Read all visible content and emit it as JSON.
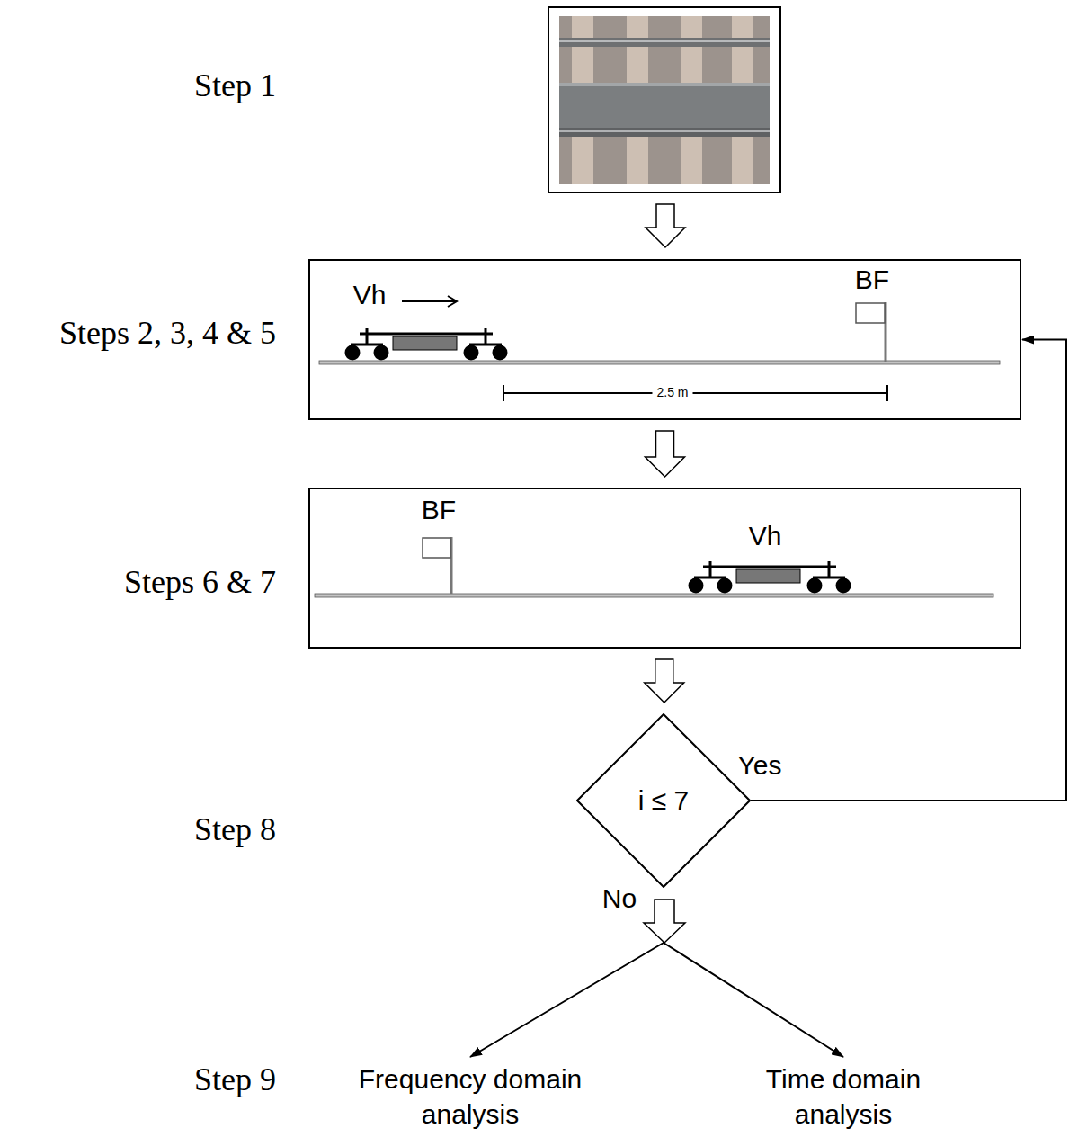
{
  "diagram": {
    "nodes": [
      {
        "text": [
          "Vh",
          "BF",
          "2.5 m"
        ]
      },
      {
        "text": [
          "BF",
          "Vh"
        ]
      },
      {
        "text": [
          "i ≤ 7"
        ]
      },
      {
        "text": [
          "Frequency domain analysis"
        ]
      },
      {
        "text": [
          "Time domain analysis"
        ]
      }
    ],
    "edges": [
      {
        "from": 0,
        "to": 1,
        "arrow": "to"
      },
      {
        "from": 1,
        "to": 2,
        "arrow": "to"
      },
      {
        "from": 2,
        "to": 0,
        "label": "Yes",
        "arrow": "to"
      },
      {
        "from": 2,
        "to": 3,
        "label": "No",
        "arrow": "to"
      },
      {
        "from": 2,
        "to": 4,
        "arrow": "to"
      }
    ],
    "labels": [
      "Step 1",
      "Steps 2, 3, 4 & 5",
      "Steps 6 & 7",
      "Step 8",
      "Step 9"
    ]
  }
}
